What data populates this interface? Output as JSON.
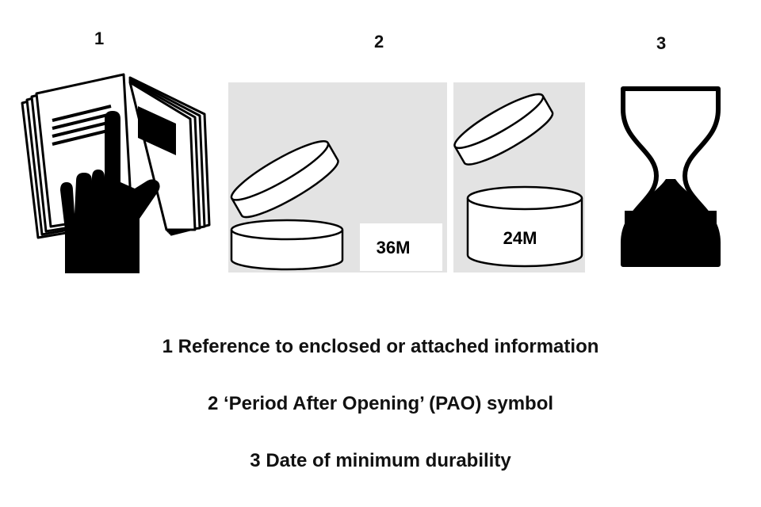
{
  "symbols": [
    {
      "number": "1",
      "icon": "book-with-pointing-hand-icon"
    },
    {
      "number": "2",
      "icon": "open-jar-icon",
      "labels": [
        "36M",
        "24M"
      ]
    },
    {
      "number": "3",
      "icon": "hourglass-icon"
    }
  ],
  "captions": [
    "1 Reference to enclosed or attached information",
    "2 ‘Period After Opening’ (PAO) symbol",
    "3 Date of minimum durability"
  ]
}
